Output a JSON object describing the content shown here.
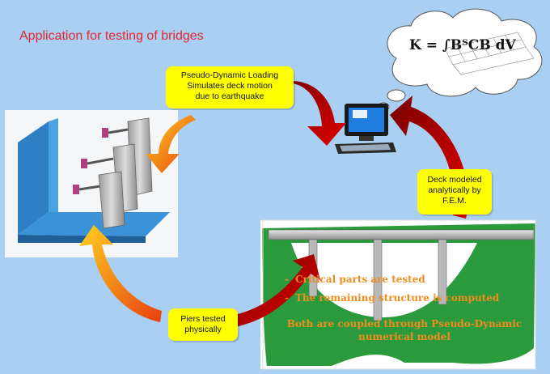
{
  "title": "Application for testing of bridges",
  "callouts": {
    "loading": [
      "Pseudo-Dynamic Loading",
      "Simulates deck motion",
      "due to earthquake"
    ],
    "deck": [
      "Deck modeled",
      "analytically by",
      "F.E.M."
    ],
    "piers": [
      "Piers tested",
      "physically"
    ]
  },
  "formula": "K = ∫BᵀCB dV",
  "bullets": [
    "Critical parts are tested",
    "The remaining structure is computed"
  ],
  "coupled_note": [
    "Both are coupled through Pseudo-Dynamic",
    "numerical model"
  ],
  "colors": {
    "background": "#a9d0f2",
    "title": "#e8252a",
    "callout": "#ffff00",
    "arrow_dark": "#c00000",
    "arrow_orange": "#f28c1e",
    "ground": "#2a9a3c",
    "bullet_text": "#f28c1e"
  }
}
